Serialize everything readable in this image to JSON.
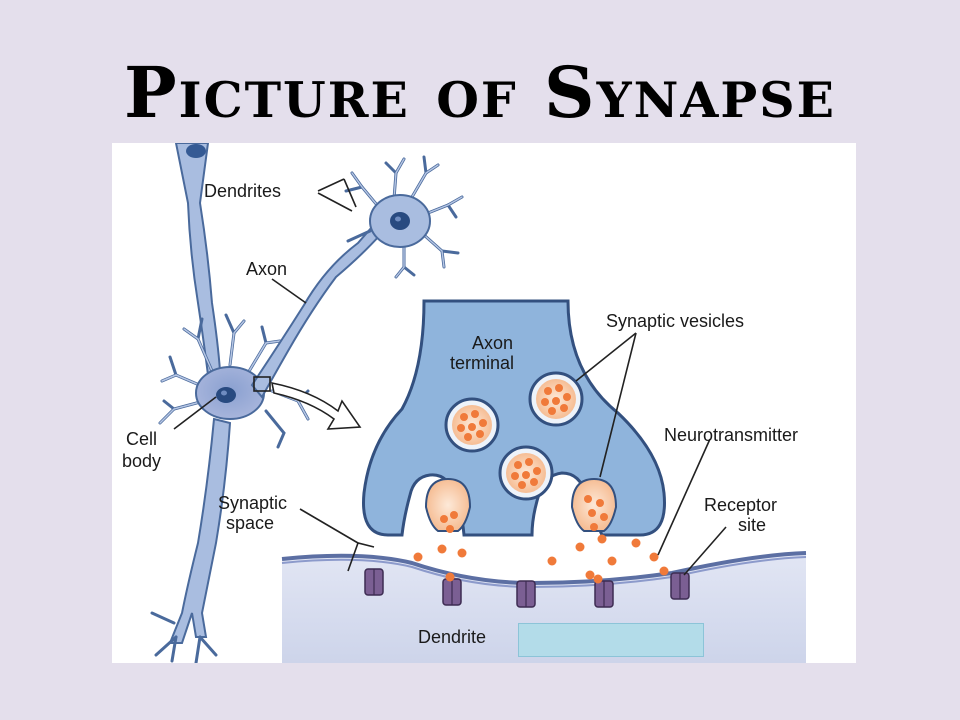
{
  "slide": {
    "title": "Picture of Synapse"
  },
  "diagram": {
    "labels": {
      "dendrites": "Dendrites",
      "axon": "Axon",
      "cell_body_line1": "Cell",
      "cell_body_line2": "body",
      "synaptic_space_line1": "Synaptic",
      "synaptic_space_line2": "space",
      "axon_terminal_line1": "Axon",
      "axon_terminal_line2": "terminal",
      "synaptic_vesicles": "Synaptic vesicles",
      "neurotransmitter": "Neurotransmitter",
      "receptor_site_line1": "Receptor",
      "receptor_site_line2": "site",
      "dendrite": "Dendrite"
    },
    "colors": {
      "neuron_fill": "#9fb6d9",
      "neuron_stroke": "#4a6a9c",
      "terminal_fill": "#8fb4dc",
      "terminal_stroke": "#33507f",
      "vesicle_fill": "#f6c9a6",
      "neurotransmitter": "#f07a3a",
      "dendrite_fill": "#d9dff0",
      "receptor": "#7b5f93",
      "cover_box": "#b3dce9"
    }
  }
}
